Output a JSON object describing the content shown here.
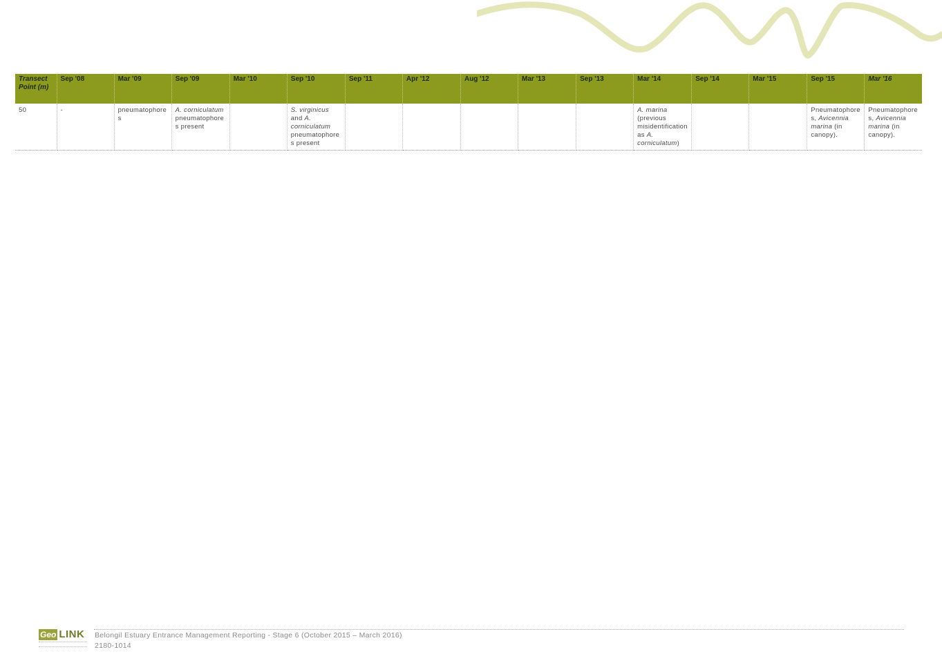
{
  "table": {
    "headers": [
      "Transect Point (m)",
      "Sep '08",
      "Mar '09",
      "Sep '09",
      "Mar '10",
      "Sep '10",
      "Sep '11",
      "Apr '12",
      "Aug '12",
      "Mar '13",
      "Sep '13",
      "Mar '14",
      "Sep '14",
      "Mar '15",
      "Sep '15",
      "Mar '16"
    ],
    "rows": [
      {
        "point": "50",
        "sep08": "-",
        "mar09": "pneumatophores",
        "sep09": {
          "species": "A. corniculatum",
          "note": "pneumatophores present"
        },
        "mar10": "",
        "sep10": {
          "species1": "S. virginicus",
          "conj": "and",
          "species2": "A. corniculatum",
          "note": "pneumatophores present"
        },
        "sep11": "",
        "apr12": "",
        "aug12": "",
        "mar13": "",
        "sep13": "",
        "mar14": {
          "species": "A. marina",
          "note_pre": "(previous misidentification as",
          "species2": "A. corniculatum",
          "note_post": ")"
        },
        "sep14": "",
        "mar15": "",
        "sep15": {
          "pre": "Pneumatophores,",
          "species": "Avicennia marina",
          "post": "(in canopy)."
        },
        "mar16": {
          "pre": "Pneumatophores,",
          "species": "Avicennia marina",
          "post": "(in canopy)."
        }
      }
    ]
  },
  "footer": {
    "logo_geo": "Geo",
    "logo_link": "LINK",
    "title": "Belongil Estuary Entrance Management Reporting - Stage 6 (October 2015 – March 2016)",
    "code": "2180-1014"
  },
  "colors": {
    "header_bg": "#8c9a1e",
    "wave": "#e4e6b8",
    "logo": "#9aa33a"
  }
}
